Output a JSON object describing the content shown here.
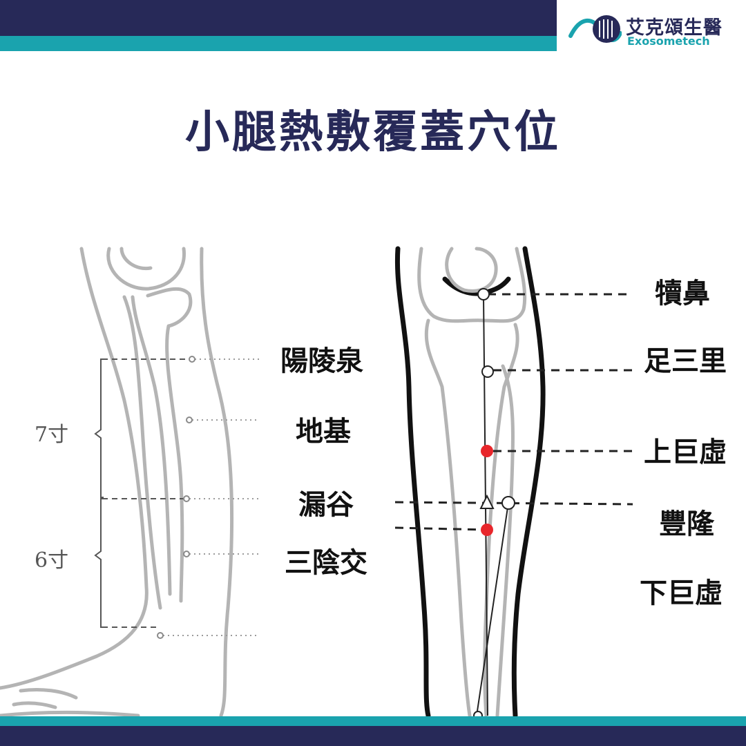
{
  "logo": {
    "name_cn": "艾克頌生醫",
    "name_en": "Exosometech"
  },
  "title": "小腿熱敷覆蓋穴位",
  "measure": {
    "upper": "7寸",
    "lower": "6寸"
  },
  "labels_left": [
    "陽陵泉",
    "地基",
    "漏谷",
    "三陰交"
  ],
  "labels_right": [
    "犢鼻",
    "足三里",
    "上巨虛",
    "豐隆",
    "下巨虛"
  ],
  "colors": {
    "navy": "#272958",
    "teal": "#1aa3ae",
    "point_red": "#e8262b"
  }
}
